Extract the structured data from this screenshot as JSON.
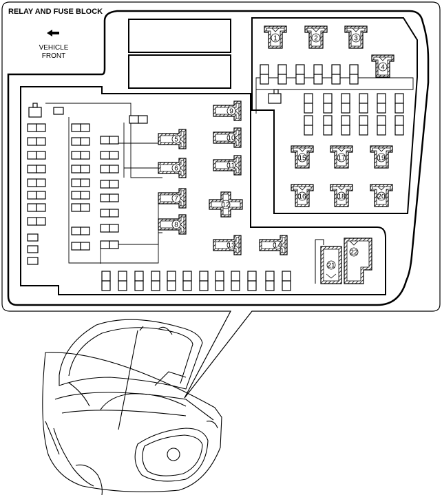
{
  "diagram": {
    "title": "RELAY AND FUSE BLOCK",
    "direction_label_line1": "VEHICLE",
    "direction_label_line2": "FRONT",
    "arrow_icon": "left-arrow-icon",
    "relays": [
      {
        "id": "relay-1",
        "label": "1"
      },
      {
        "id": "relay-2",
        "label": "2"
      },
      {
        "id": "relay-3",
        "label": "3"
      },
      {
        "id": "relay-4",
        "label": "4"
      },
      {
        "id": "relay-5",
        "label": "5"
      },
      {
        "id": "relay-6",
        "label": "6"
      },
      {
        "id": "relay-7",
        "label": "7"
      },
      {
        "id": "relay-8",
        "label": "8"
      },
      {
        "id": "relay-9",
        "label": "9"
      },
      {
        "id": "relay-10",
        "label": "10"
      },
      {
        "id": "relay-11",
        "label": "11"
      },
      {
        "id": "relay-12",
        "label": "12"
      },
      {
        "id": "relay-13",
        "label": "13"
      },
      {
        "id": "relay-14",
        "label": "14"
      },
      {
        "id": "relay-15",
        "label": "15"
      },
      {
        "id": "relay-16",
        "label": "16"
      },
      {
        "id": "relay-17",
        "label": "17"
      },
      {
        "id": "relay-18",
        "label": "18"
      },
      {
        "id": "relay-19",
        "label": "19"
      },
      {
        "id": "relay-20",
        "label": "20"
      },
      {
        "id": "relay-21",
        "label": "21"
      },
      {
        "id": "relay-22",
        "label": "22"
      }
    ],
    "vehicle_illustration": "car-engine-bay-illustration"
  }
}
